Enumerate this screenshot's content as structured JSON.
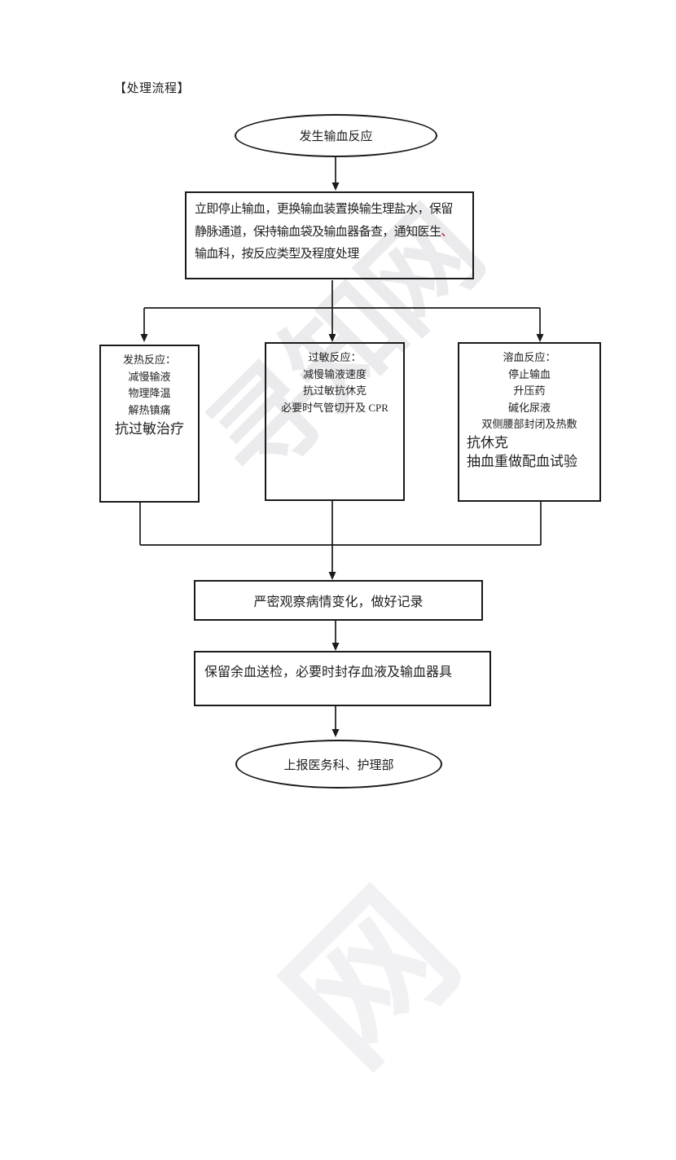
{
  "page": {
    "title": "【处理流程】"
  },
  "flowchart": {
    "start": {
      "label": "发生输血反应"
    },
    "main_step": {
      "text_before_red": "立即停止输血，更换输血装置换输生理盐水，保留静脉通道，保持输血袋及输血器备查，通知医生",
      "red_mark": "、",
      "text_after_red": "输血科，按反应类型及程度处理"
    },
    "branches": [
      {
        "title": "发热反应：",
        "items": [
          "减慢输液",
          "物理降温",
          "解热镇痛"
        ],
        "items_emphasis": [
          "抗过敏治疗"
        ]
      },
      {
        "title": "过敏反应：",
        "items": [
          "减慢输液速度",
          "抗过敏抗休克",
          "必要时气管切开及 CPR"
        ],
        "items_emphasis": []
      },
      {
        "title": "溶血反应：",
        "items": [
          "停止输血",
          "升压药",
          "碱化尿液",
          "双侧腰部封闭及热敷"
        ],
        "items_emphasis": [
          "抗休克",
          "抽血重做配血试验"
        ]
      }
    ],
    "observe_step": {
      "label": "严密观察病情变化，做好记录"
    },
    "preserve_step": {
      "label": "保留余血送检，必要时封存血液及输血器具"
    },
    "end": {
      "label": "上报医务科、护理部"
    }
  },
  "watermark": {
    "text_center": "寻知网",
    "text_bottom": "网"
  },
  "colors": {
    "outline": "#1a1a1a",
    "text": "#1f1f1f",
    "red_mark": "#c00000",
    "watermark": "#ebebee"
  }
}
